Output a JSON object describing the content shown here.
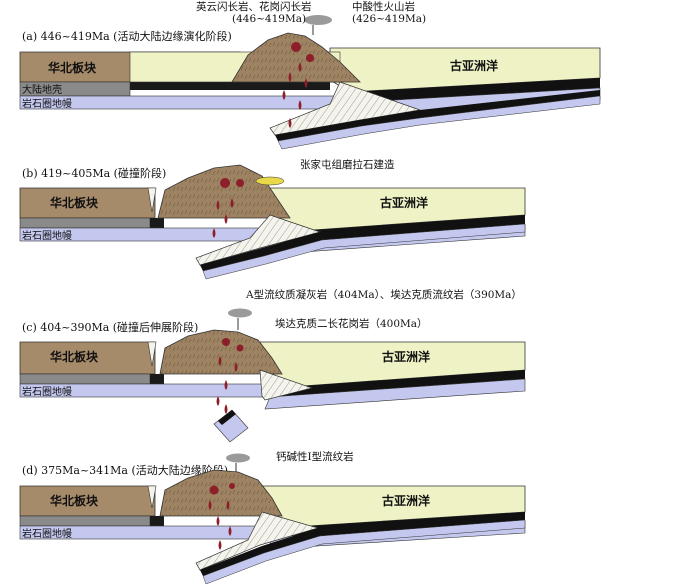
{
  "panels": [
    {
      "id": "a",
      "title": "(a) 446~419Ma (活动大陆边缘演化阶段)",
      "plate_label": "华北板块",
      "crust_label": "大陆地壳",
      "mantle_label": "岩石圈地幔",
      "ocean_label": "古亚洲洋",
      "annotations": [
        {
          "text": "英云闪长岩、花岗闪长岩"
        },
        {
          "text": "(446~419Ma)"
        },
        {
          "text": "中酸性火山岩"
        },
        {
          "text": "(426~419Ma)"
        }
      ]
    },
    {
      "id": "b",
      "title": "(b) 419~405Ma (碰撞阶段)",
      "plate_label": "华北板块",
      "mantle_label": "岩石圈地幔",
      "ocean_label": "古亚洲洋",
      "annotations": [
        {
          "text": "张家屯组磨拉石建造"
        }
      ]
    },
    {
      "id": "c",
      "title": "(c) 404~390Ma (碰撞后伸展阶段)",
      "plate_label": "华北板块",
      "mantle_label": "岩石圈地幔",
      "ocean_label": "古亚洲洋",
      "annotations": [
        {
          "text": "A型流纹质凝灰岩（404Ma）、埃达克质流纹岩（390Ma）"
        },
        {
          "text": "埃达克质二长花岗岩（400Ma）"
        }
      ]
    },
    {
      "id": "d",
      "title": "(d) 375Ma~341Ma (活动大陆边缘阶段)",
      "plate_label": "华北板块",
      "mantle_label": "岩石圈地幔",
      "ocean_label": "古亚洲洋",
      "annotations": [
        {
          "text": "钙碱性I型流纹岩"
        }
      ]
    }
  ],
  "colors": {
    "continent_brown": "#a68b6a",
    "mountain_brown": "#9b8060",
    "ocean_crust_yellow": "#eef2c4",
    "mantle_blue": "#c4c8ee",
    "lower_crust_grey": "#8a8a8a",
    "black_layer": "#1a1a1a",
    "magma_red": "#8c1f2a",
    "molasse_yellow": "#e8d84a",
    "volcanic_cloud": "#9a9a9a"
  }
}
